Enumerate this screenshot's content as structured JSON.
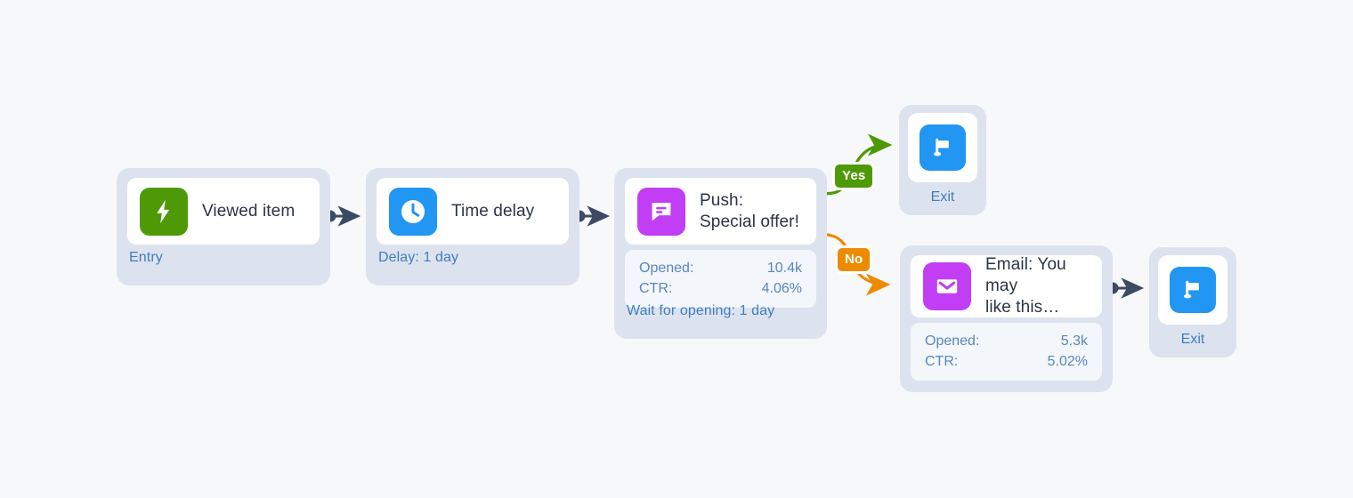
{
  "canvas": {
    "background": "#f7f8fa",
    "accent_blue": "#3f7dc4",
    "stat_text": "#5a86bb",
    "title_color": "#2b3445",
    "node_shell": "#dde3ee"
  },
  "nodes": {
    "entry": {
      "icon": "lightning-bolt-icon",
      "icon_bg": "#4e9a06",
      "title": "Viewed item",
      "meta": "Entry"
    },
    "delay": {
      "icon": "clock-icon",
      "icon_bg": "#2196f3",
      "title": "Time delay",
      "meta": "Delay: 1 day"
    },
    "push": {
      "icon": "push-message-icon",
      "icon_bg": "#c23ef5",
      "title": "Push:\nSpecial offer!",
      "meta": "Wait for opening: 1 day",
      "stats": [
        {
          "label": "Opened:",
          "value": "10.4k"
        },
        {
          "label": "CTR:",
          "value": "4.06%"
        }
      ]
    },
    "email": {
      "icon": "envelope-icon",
      "icon_bg": "#c23ef5",
      "title": "Email: You may\nlike this…",
      "stats": [
        {
          "label": "Opened:",
          "value": "5.3k"
        },
        {
          "label": "CTR:",
          "value": "5.02%"
        }
      ]
    },
    "exit_top": {
      "icon": "flag-icon",
      "icon_bg": "#2196f3",
      "label": "Exit"
    },
    "exit_bottom": {
      "icon": "flag-icon",
      "icon_bg": "#2196f3",
      "label": "Exit"
    }
  },
  "branches": {
    "yes": {
      "label": "Yes",
      "color": "#4e9a06"
    },
    "no": {
      "label": "No",
      "color": "#ed8b00"
    }
  },
  "edges": {
    "color_default": "#3c4a63",
    "color_yes": "#4e9a06",
    "color_no": "#ed8b00"
  }
}
